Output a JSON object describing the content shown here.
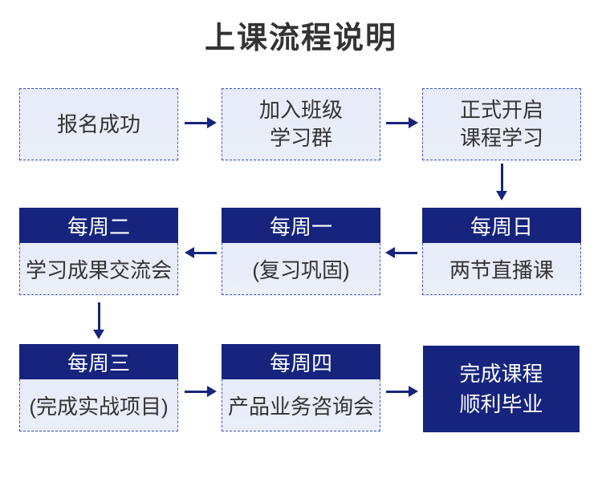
{
  "title": "上课流程说明",
  "colors": {
    "navy": "#16247e",
    "dashed_border": "#3b55c9",
    "box_background": "#e9edf8",
    "text": "#333333",
    "header_text": "#ffffff"
  },
  "flow": {
    "row1": [
      {
        "lines": [
          "报名成功"
        ]
      },
      {
        "lines": [
          "加入班级",
          "学习群"
        ]
      },
      {
        "lines": [
          "正式开启",
          "课程学习"
        ]
      }
    ],
    "row2": [
      {
        "header": "每周日",
        "body": "两节直播课"
      },
      {
        "header": "每周一",
        "body": "(复习巩固)"
      },
      {
        "header": "每周二",
        "body": "学习成果交流会"
      }
    ],
    "row3": [
      {
        "header": "每周三",
        "body": "(完成实战项目)"
      },
      {
        "header": "每周四",
        "body": "产品业务咨询会"
      }
    ],
    "final": {
      "lines": [
        "完成课程",
        "顺利毕业"
      ]
    }
  }
}
